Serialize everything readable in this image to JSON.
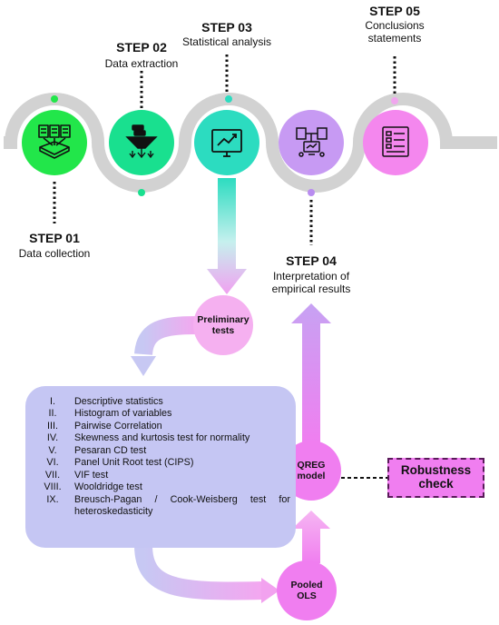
{
  "steps": [
    {
      "id": "01",
      "title": "STEP 01",
      "subtitle": "Data collection",
      "icon": "data-collection-icon",
      "color": "#22e64a"
    },
    {
      "id": "02",
      "title": "STEP 02",
      "subtitle": "Data extraction",
      "icon": "data-extraction-funnel-icon",
      "color": "#19e08f"
    },
    {
      "id": "03",
      "title": "STEP 03",
      "subtitle": "Statistical analysis",
      "icon": "chart-monitor-icon",
      "color": "#2cdcc0"
    },
    {
      "id": "04",
      "title": "STEP 04",
      "subtitle": "Interpretation of empirical results",
      "icon": "network-diagram-icon",
      "color": "#c79af3"
    },
    {
      "id": "05",
      "title": "STEP 05",
      "subtitle": "Conclusions statements",
      "icon": "list-document-icon",
      "color": "#f487ee"
    }
  ],
  "preliminary": "Preliminary tests",
  "tests": [
    {
      "num": "I.",
      "text": "Descriptive statistics"
    },
    {
      "num": "II.",
      "text": "Histogram of variables"
    },
    {
      "num": "III.",
      "text": "Pairwise Correlation"
    },
    {
      "num": "IV.",
      "text": "Skewness and kurtosis test for normality"
    },
    {
      "num": "V.",
      "text": "Pesaran CD test"
    },
    {
      "num": "VI.",
      "text": "Panel Unit Root test (CIPS)"
    },
    {
      "num": "VII.",
      "text": "VIF test"
    },
    {
      "num": "VIII.",
      "text": "Wooldridge test"
    },
    {
      "num": "IX.",
      "text": "Breusch-Pagan / Cook-Weisberg test for heteroskedasticity"
    }
  ],
  "pooled": "Pooled OLS",
  "qreg": "QREG model",
  "robustness": "Robustness check"
}
